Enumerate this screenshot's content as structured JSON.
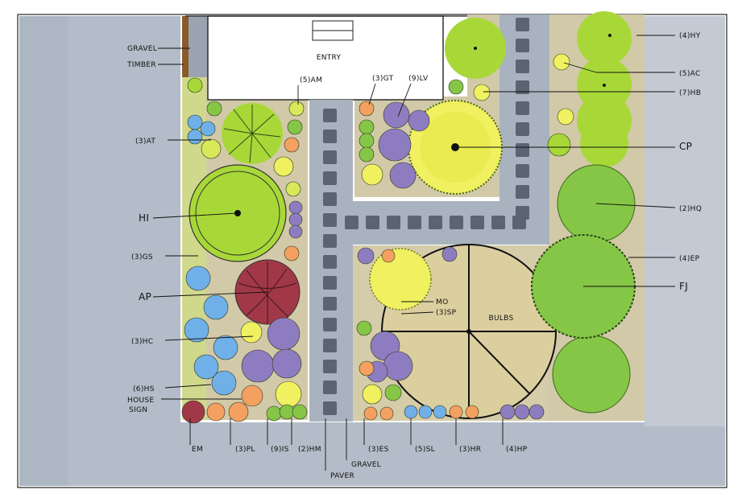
{
  "plan": {
    "entry_label": "ENTRY",
    "bulbs_label": "BULBS"
  },
  "labels_left": {
    "gravel": "GRAVEL",
    "timber": "TIMBER",
    "at": "(3)AT",
    "hi": "HI",
    "gs": "(3)GS",
    "ap": "AP",
    "hc": "(3)HC",
    "hs": "(6)HS",
    "house_sign_1": "HOUSE",
    "house_sign_2": "SIGN"
  },
  "labels_top": {
    "am": "(5)AM",
    "gt": "(3)GT",
    "lv": "(9)LV"
  },
  "labels_right": {
    "hy": "(4)HY",
    "ac": "(5)AC",
    "hb": "(7)HB",
    "cp": "CP",
    "hq": "(2)HQ",
    "ep": "(4)EP",
    "fj": "FJ"
  },
  "labels_center": {
    "mo": "MO",
    "sp": "(3)SP"
  },
  "labels_bottom": {
    "em": "EM",
    "pl": "(3)PL",
    "is": "(9)IS",
    "hm": "(2)HM",
    "paver": "PAVER",
    "gravel": "GRAVEL",
    "es": "(3)ES",
    "sl": "(5)SL",
    "hr": "(3)HR",
    "hp": "(4)HP"
  },
  "colors": {
    "street": "#b3bcc8",
    "soil": "#d2c9a8",
    "light_green": "#a8d838",
    "mid_green": "#86c646",
    "yellow": "#f0f060",
    "yellow_green": "#d8e858",
    "purple": "#8e7cc0",
    "blue": "#70b0e8",
    "orange": "#f4a060",
    "maroon": "#a03848",
    "paver": "#5a6472"
  }
}
